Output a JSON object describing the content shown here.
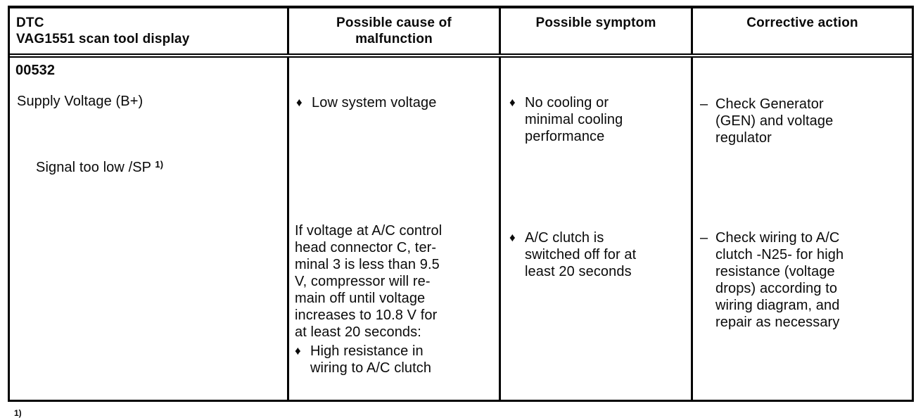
{
  "table": {
    "headers": {
      "dtc": "DTC\nVAG1551 scan tool display",
      "cause": "Possible cause of\nmalfunction",
      "symptom": "Possible symptom",
      "action": "Corrective action"
    },
    "body": {
      "dtc": {
        "code": "00532",
        "name": "Supply Voltage (B+)",
        "signal": "Signal too low /SP ",
        "signal_sup": "1)"
      },
      "cause": {
        "item1": {
          "marker": "♦",
          "text": "Low system voltage"
        },
        "para": "If voltage at A/C control\nhead connector C, ter-\nminal 3 is less than 9.5\nV, compressor will re-\nmain off until voltage\nincreases to 10.8 V for\nat least 20 seconds:",
        "item2": {
          "marker": "♦",
          "text": "High resistance in\nwiring to A/C clutch"
        }
      },
      "symptom": {
        "item1": {
          "marker": "♦",
          "text": "No cooling or\nminimal cooling\nperformance"
        },
        "item2": {
          "marker": "♦",
          "text": "A/C clutch is\nswitched off for at\nleast 20 seconds"
        }
      },
      "action": {
        "item1": {
          "marker": "–",
          "text": "Check Generator\n(GEN) and voltage\nregulator"
        },
        "item2": {
          "marker": "–",
          "text": "Check wiring to A/C\nclutch -N25- for high\nresistance (voltage\ndrops) according to\nwiring diagram, and\nrepair as necessary"
        }
      }
    },
    "footnote_marker": "1)"
  }
}
